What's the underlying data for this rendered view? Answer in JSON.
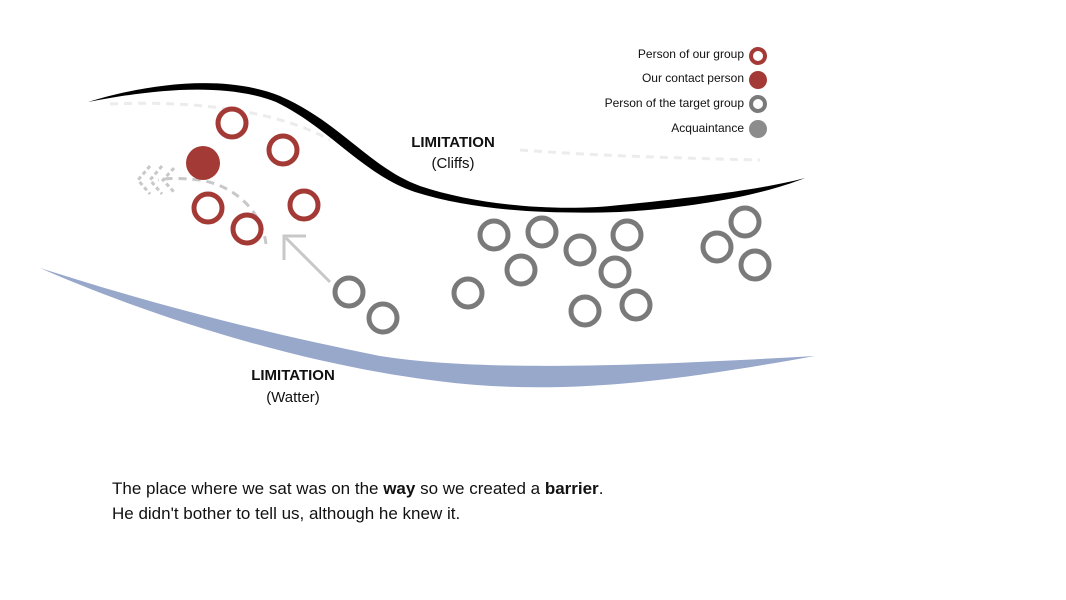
{
  "legend": [
    {
      "label": "Person of our group",
      "type": "group",
      "color": "#a33a36"
    },
    {
      "label": "Our contact person",
      "type": "contact",
      "color": "#a33a36"
    },
    {
      "label": "Person of the target group",
      "type": "target",
      "color": "#7a7a7a"
    },
    {
      "label": "Acquaintance",
      "type": "acquaintance",
      "color": "#8c8c8c"
    }
  ],
  "limitations": {
    "cliffs": {
      "title": "LIMITATION",
      "subtitle": "(Cliffs)",
      "color": "#000000"
    },
    "water": {
      "title": "LIMITATION",
      "subtitle": "(Watter)",
      "color": "#98a8cb"
    }
  },
  "caption": {
    "line1": {
      "part1": "The place where we sat was on the ",
      "bold1": "way",
      "part2": " so we created a ",
      "bold2": "barrier",
      "part3": "."
    },
    "line2": "He didn't bother to tell us, although he knew it."
  },
  "colors": {
    "group": "#a33a36",
    "target": "#7a7a7a",
    "acquaintance": "#8c8c8c",
    "arrow": "#c8c8c8",
    "water": "#98a8cb",
    "cliffs": "#000000"
  }
}
